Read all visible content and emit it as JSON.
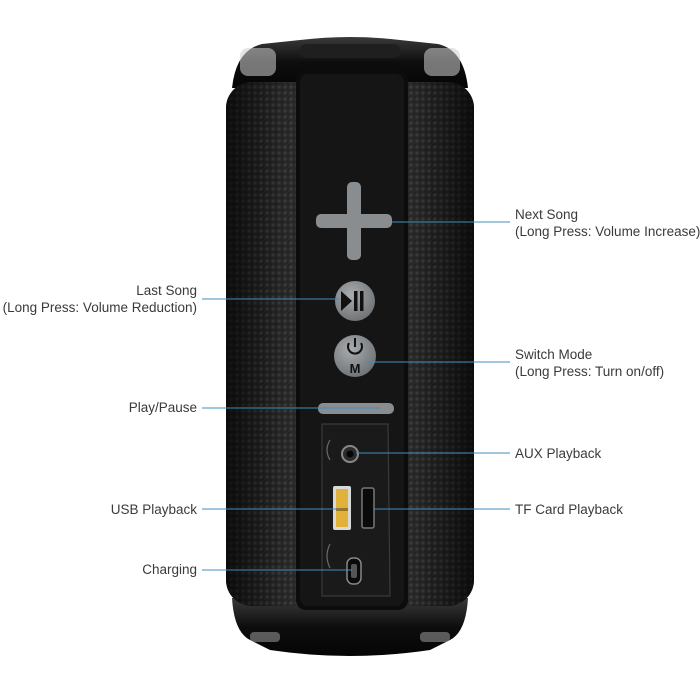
{
  "colors": {
    "background": "#ffffff",
    "speaker_body": "#111111",
    "grille": "#2a2a2a",
    "control_gray": "#8a8d90",
    "leader_line": "#3f8fc0",
    "usb_port": "#e0b23a",
    "text": "#3a3a3a"
  },
  "icons": {
    "volume_up": "plus-icon",
    "play_pause": "play-pause-icon",
    "mode": "power-mode-icon",
    "volume_down": "minus-icon"
  },
  "mode_button_text": "M",
  "callouts": {
    "next_song": {
      "title": "Next Song",
      "note": "(Long Press: Volume Increase)"
    },
    "last_song": {
      "title": "Last Song",
      "note": "(Long Press: Volume Reduction)"
    },
    "switch_mode": {
      "title": "Switch Mode",
      "note": "(Long Press: Turn on/off)"
    },
    "play_pause": {
      "title": "Play/Pause"
    },
    "aux": {
      "title": "AUX Playback"
    },
    "usb": {
      "title": "USB Playback"
    },
    "tf_card": {
      "title": "TF Card Playback"
    },
    "charging": {
      "title": "Charging"
    }
  }
}
